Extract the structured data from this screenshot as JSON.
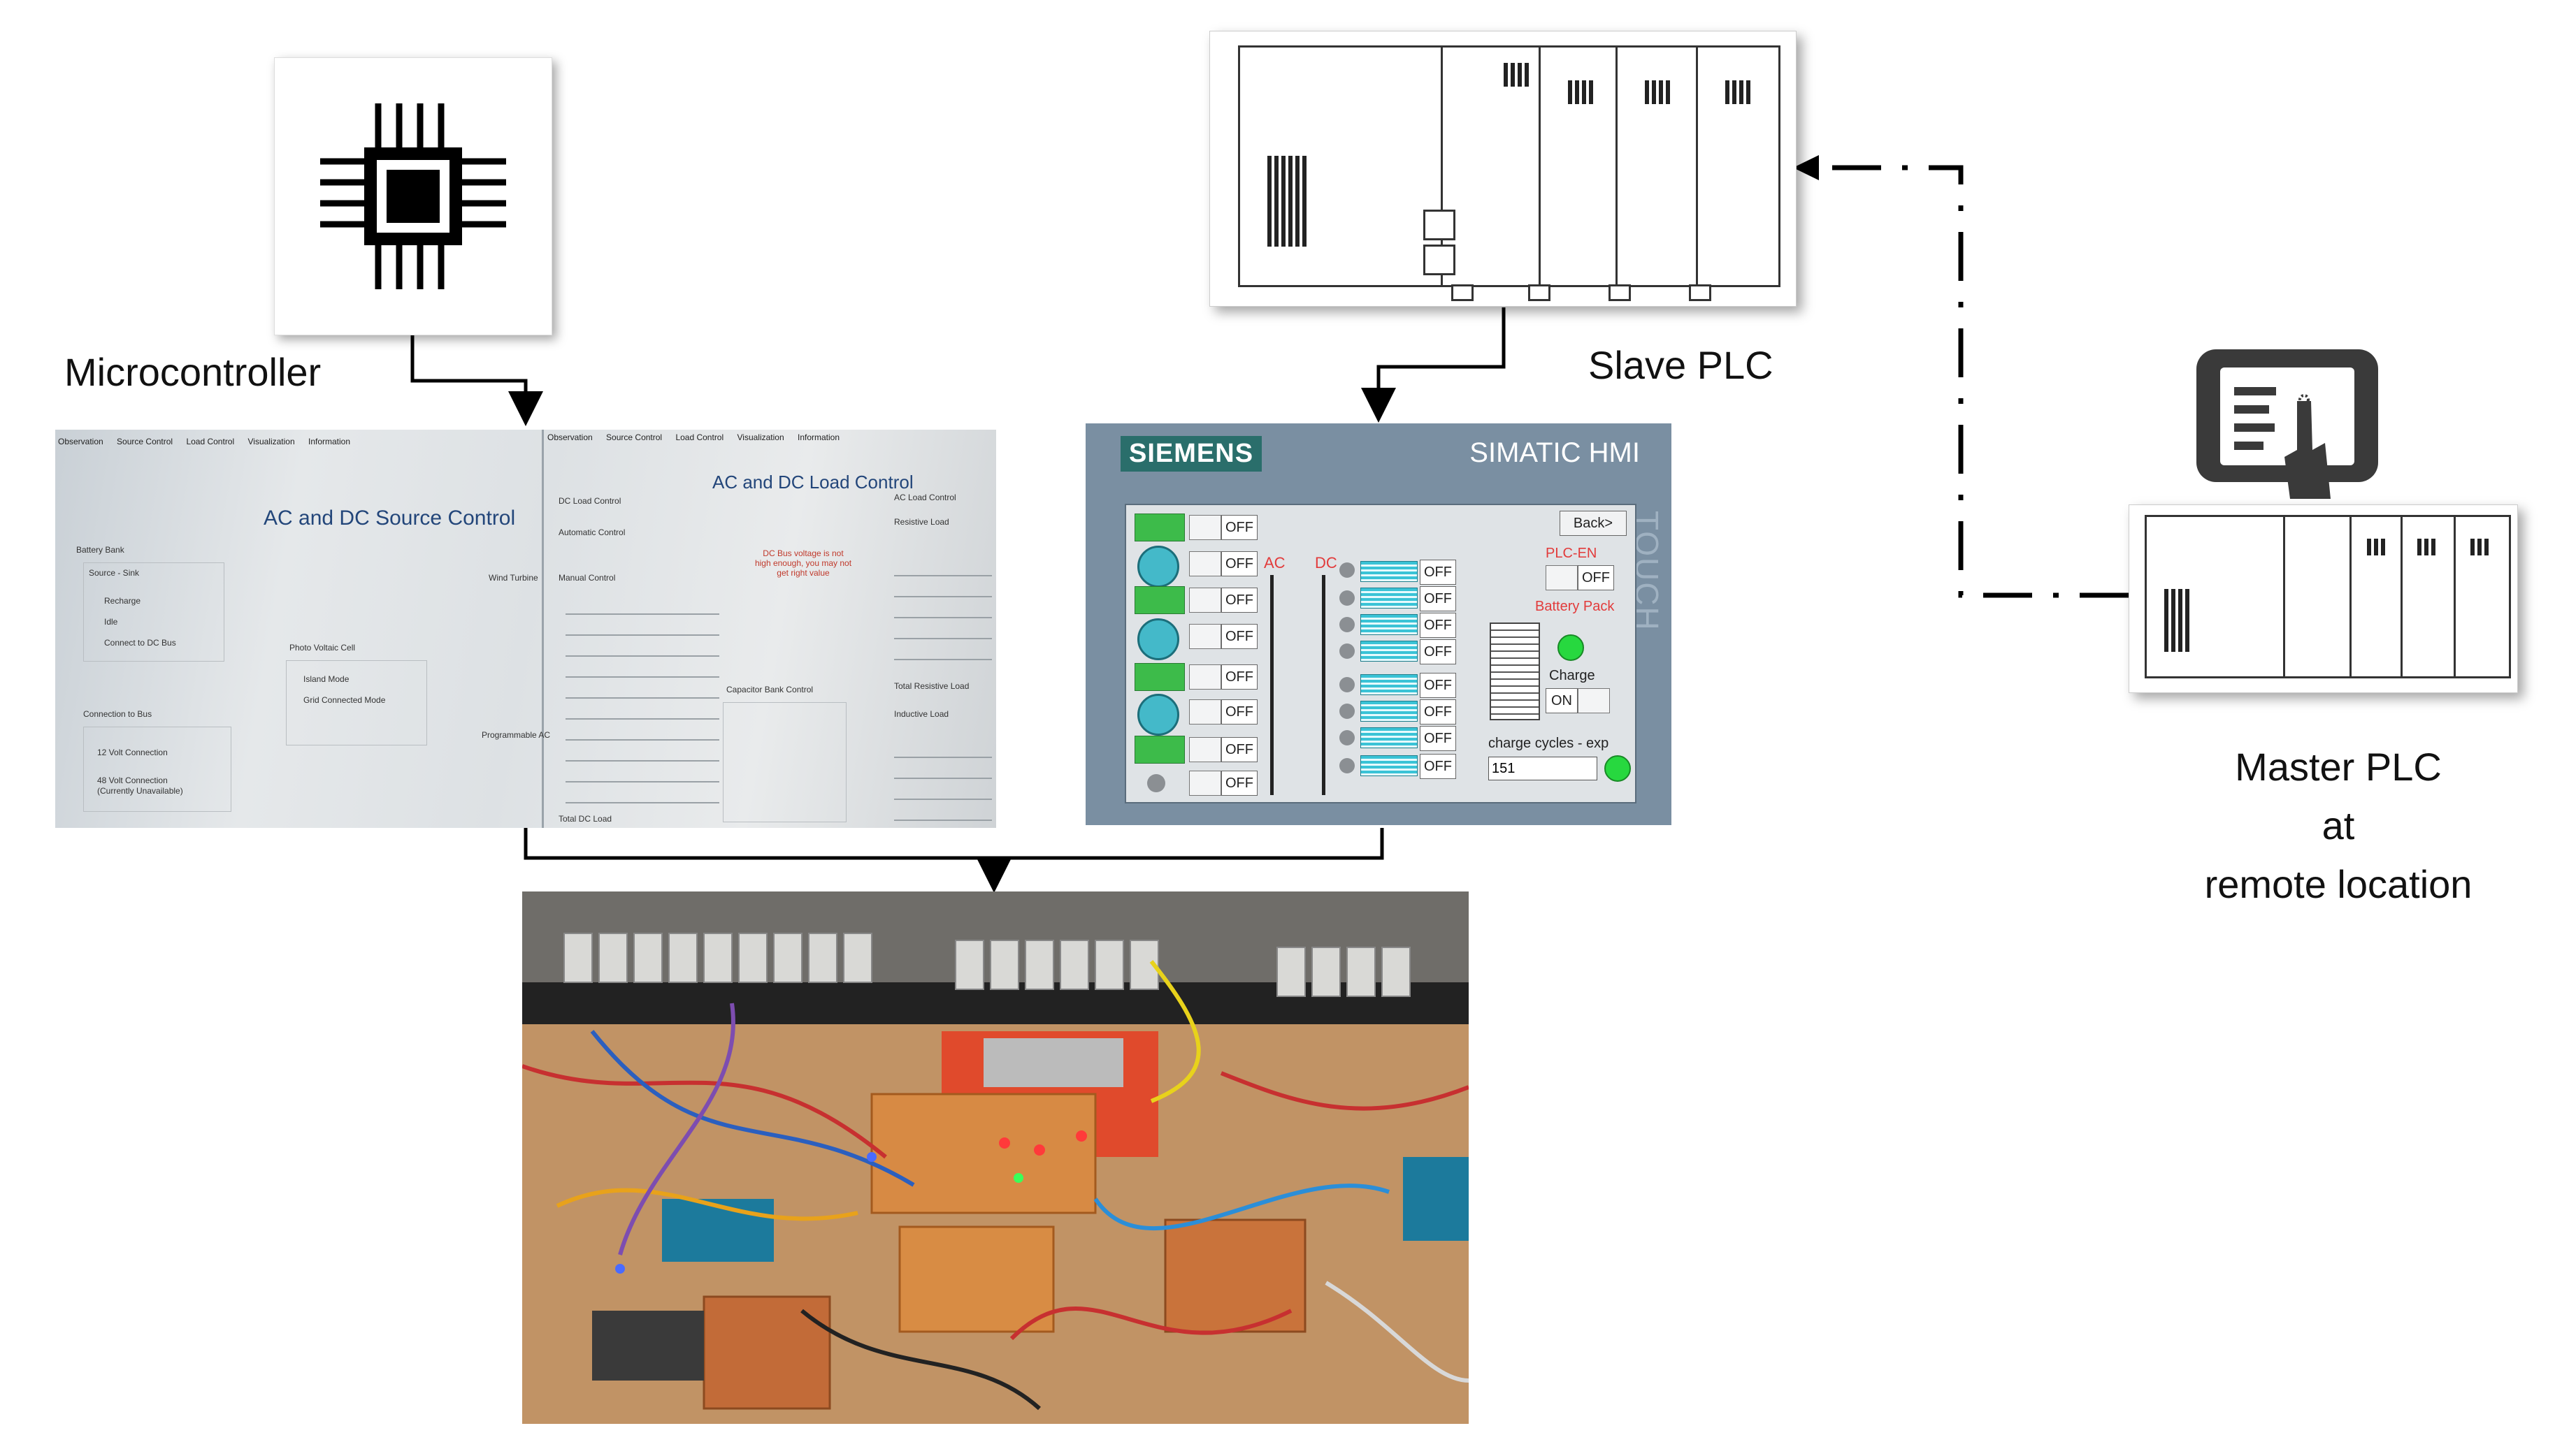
{
  "labels": {
    "microcontroller": "Microcontroller",
    "slave_plc": "Slave PLC",
    "master_plc_line1": "Master PLC",
    "master_plc_line2": "at",
    "master_plc_line3": "remote location"
  },
  "gui_screenshot": {
    "tabs_left": [
      "Observation",
      "Source Control",
      "Load Control",
      "Visualization",
      "Information"
    ],
    "tabs_right": [
      "Observation",
      "Source Control",
      "Load Control",
      "Visualization",
      "Information"
    ],
    "title_left": "AC and DC Source Control",
    "title_right": "AC and DC Load Control",
    "battery_bank": "Battery Bank",
    "source_sink": "Source - Sink",
    "recharge": "Recharge",
    "idle": "Idle",
    "connect_dc_bus": "Connect to DC Bus",
    "connection_to_bus": "Connection to Bus",
    "v12": "12 Volt Connection",
    "v48": "48 Volt Connection",
    "v48_sub": "(Currently Unavailable)",
    "photo_voltaic": "Photo Voltaic Cell",
    "island_mode": "Island Mode",
    "grid_connected": "Grid Connected Mode",
    "wind_turbine": "Wind Turbine",
    "programmable_ac": "Programmable AC",
    "dc_load_control": "DC Load Control",
    "automatic_control": "Automatic Control",
    "manual_control": "Manual Control",
    "total_dc_load": "Total DC Load",
    "capacitor_bank": "Capacitor Bank Control",
    "ac_load_control": "AC Load Control",
    "resistive_load": "Resistive Load",
    "inductive_load": "Inductive Load",
    "total_resistive": "Total Resistive Load",
    "warning": "DC Bus voltage is not high enough, you may not get right value"
  },
  "hmi": {
    "brand": "SIEMENS",
    "title": "SIMATIC HMI",
    "touch": "TOUCH",
    "back": "Back>",
    "off": "OFF",
    "on": "ON",
    "ac": "AC",
    "dc": "DC",
    "plc_en": "PLC-EN",
    "battery_pack": "Battery Pack",
    "charge": "Charge",
    "charge_cycles": "charge cycles - exp",
    "charge_cycles_value": "151"
  },
  "colors": {
    "hmi_bg": "#7a8fa2",
    "siemens": "#2a6e6b",
    "led_green": "#27d83f",
    "hmi_red": "#e23b3b",
    "connector": "#000000"
  }
}
